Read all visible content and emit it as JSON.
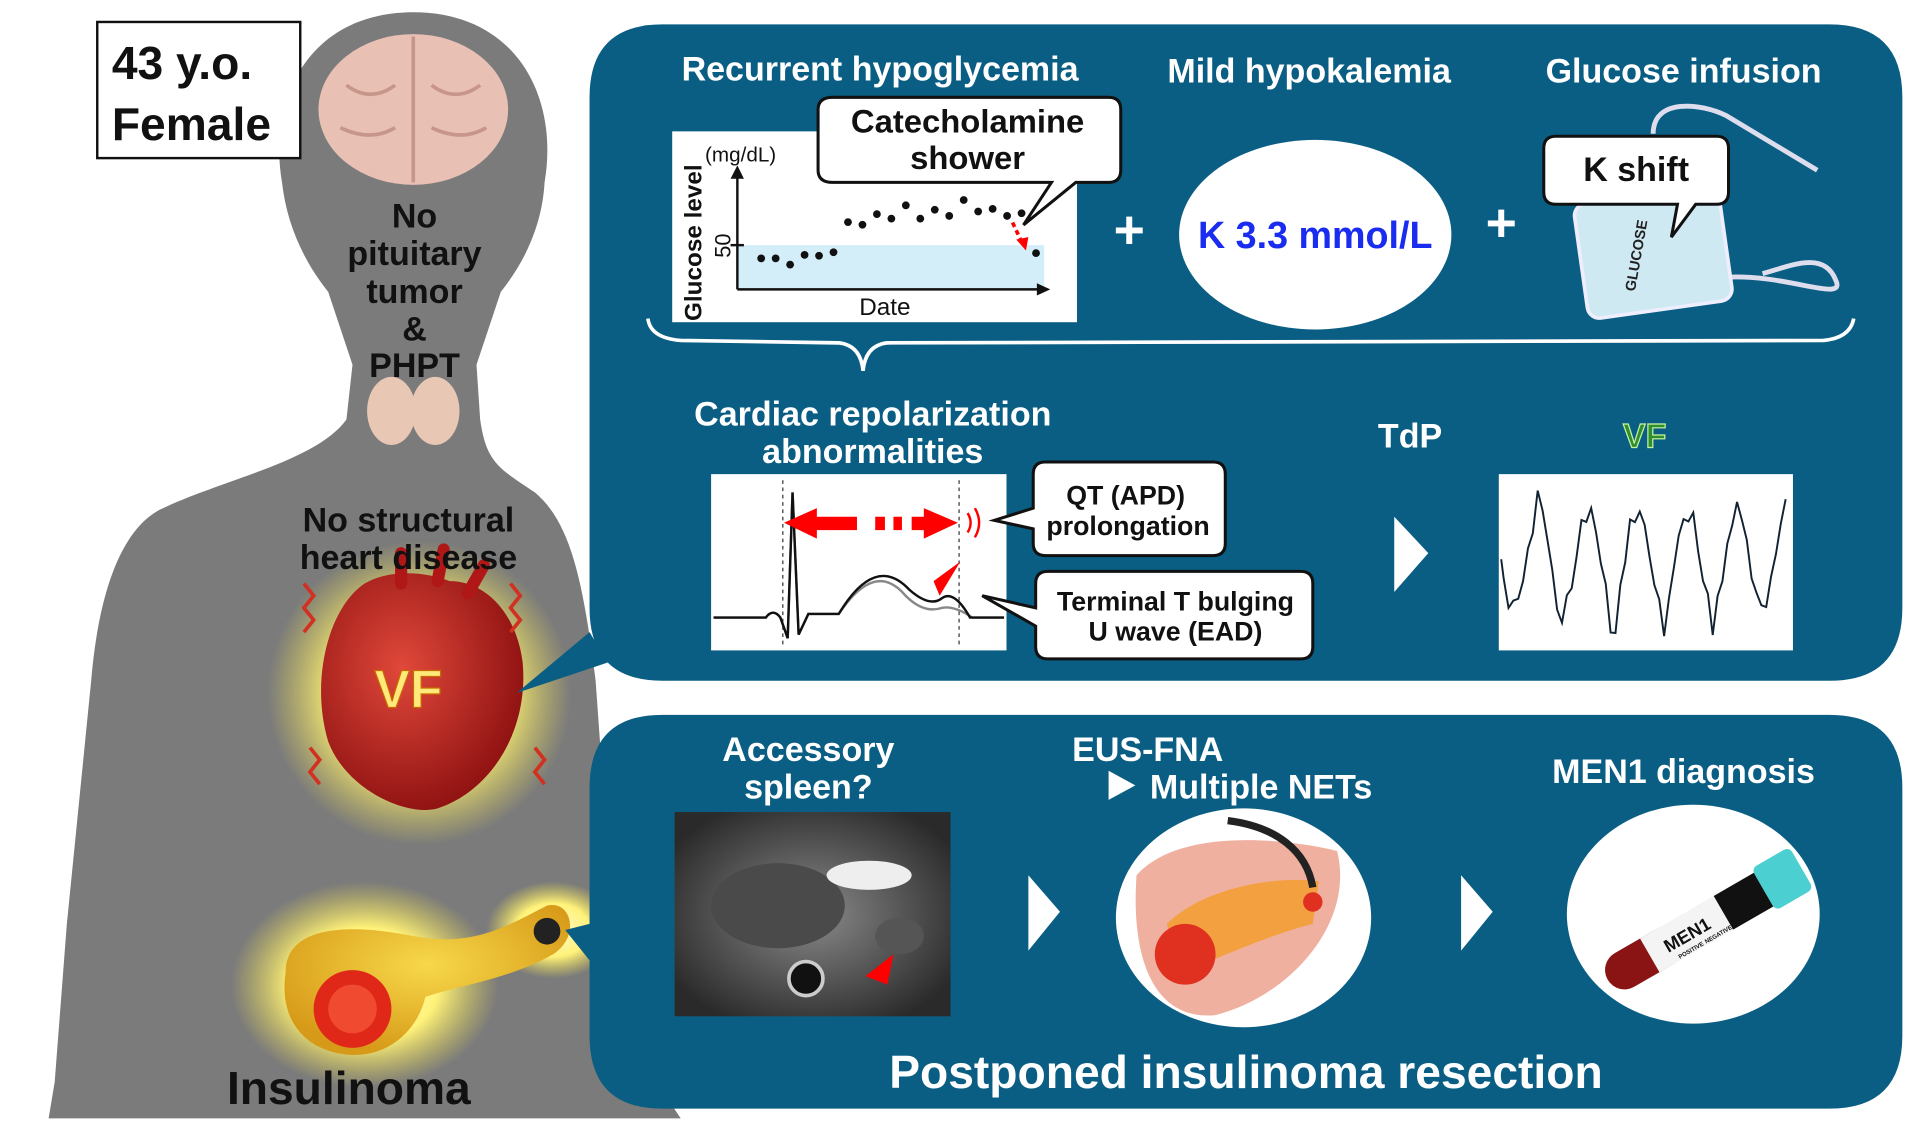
{
  "patient": {
    "age": "43 y.o.",
    "sex": "Female"
  },
  "head_findings": [
    "No",
    "pituitary",
    "tumor",
    "&",
    "PHPT"
  ],
  "heart_findings": [
    "No structural",
    "heart disease"
  ],
  "heart_label": "VF",
  "tumor_label": "Insulinoma",
  "top_panel": {
    "hypoglycemia_title": "Recurrent hypoglycemia",
    "hypokalemia_title": "Mild hypokalemia",
    "infusion_title": "Glucose infusion",
    "potassium_value": "K 3.3 mmol/L",
    "plus": "+",
    "catecholamine_callout": [
      "Catecholamine",
      "shower"
    ],
    "k_shift_callout": "K shift",
    "bag_label": "GLUCOSE",
    "repolarization_title": [
      "Cardiac repolarization",
      "abnormalities"
    ],
    "qt_callout": [
      "QT (APD)",
      "prolongation"
    ],
    "t_callout": [
      "Terminal T bulging",
      "U wave (EAD)"
    ],
    "tdp_label": "TdP",
    "vf_label": "VF",
    "vf_color": "#2f8f2f",
    "arrow_color": "#ff0000"
  },
  "bottom_panel": {
    "spleen_title": [
      "Accessory",
      "spleen?"
    ],
    "eus_title": [
      "EUS-FNA",
      "Multiple NETs"
    ],
    "men1_title": "MEN1 diagnosis",
    "tube_label": "MEN1",
    "tube_checkboxes": [
      "POSITIVE",
      "NEGATIVE"
    ],
    "conclusion": "Postponed insulinoma resection"
  },
  "colors": {
    "panel": "#0b5e83",
    "silhouette": "#7b7b7b",
    "potassium_text": "#1a2cf0"
  },
  "chart_data": {
    "type": "scatter",
    "ylabel": "Glucose level",
    "yunit": "(mg/dL)",
    "xlabel": "Date",
    "yticks": [
      "50"
    ],
    "threshold": 50,
    "x": [
      1,
      2,
      3,
      4,
      5,
      6,
      7,
      8,
      9,
      10,
      11,
      12,
      13,
      14,
      15,
      16,
      17,
      18,
      19,
      20
    ],
    "y": [
      35,
      35,
      28,
      39,
      38,
      42,
      76,
      73,
      85,
      80,
      95,
      80,
      90,
      83,
      101,
      88,
      91,
      83,
      86,
      41
    ],
    "ylim": [
      0,
      140
    ]
  }
}
